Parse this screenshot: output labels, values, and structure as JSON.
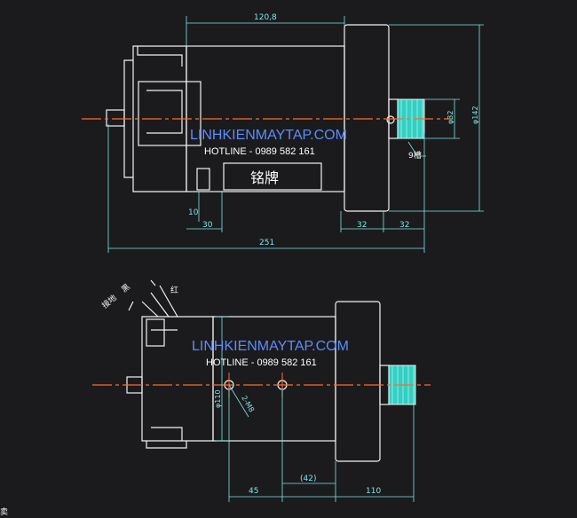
{
  "watermark": {
    "site": "LINHKIENMAYTAP.COM",
    "hotline": "HOTLINE - 0989 582 161"
  },
  "top_view": {
    "nameplate": "铭牌",
    "dims": {
      "top_length": "120,8",
      "shaft_dia": "φ32",
      "flange_dia": "φ142",
      "small_10": "10",
      "small_30": "30",
      "left_32": "32",
      "right_32": "32",
      "total": "251",
      "groove": "9槽"
    }
  },
  "side_view": {
    "wire_labels": [
      "接地",
      "黑",
      "红"
    ],
    "dims": {
      "body_dia": "φ110",
      "holes": "2-M8",
      "d45": "45",
      "d42": "(42)",
      "d110": "110"
    }
  },
  "corner_fragment": "卖",
  "colors": {
    "background": "#1b1b1d",
    "outline": "#f2f2f2",
    "dimension": "#7ee6e6",
    "centerline": "#ff6a2a",
    "accent_fill": "#2fd1c4",
    "watermark": "#5b8cff"
  }
}
